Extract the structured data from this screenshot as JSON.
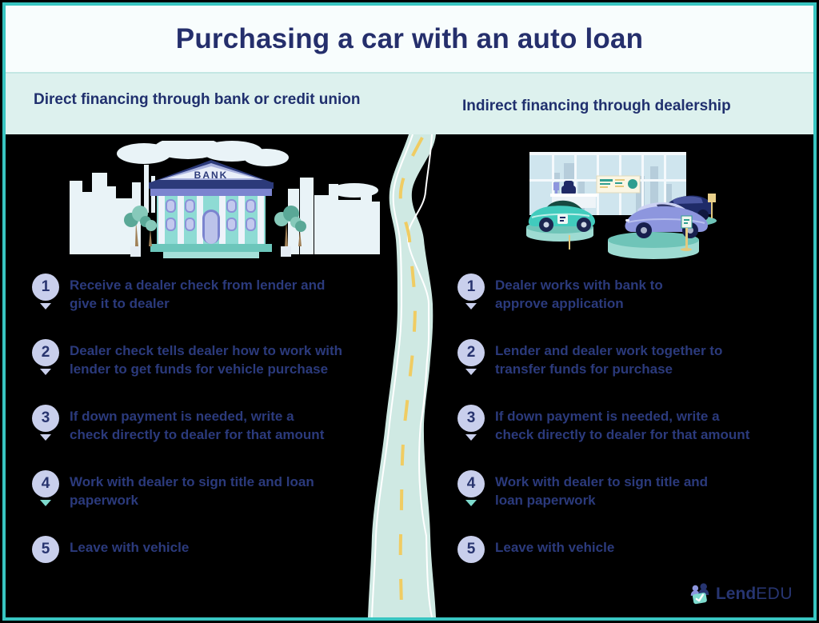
{
  "title": "Purchasing a car with an auto loan",
  "left": {
    "heading": "Direct financing through bank or credit union",
    "steps": [
      {
        "num": "1",
        "text": [
          "Receive a dealer check from lender and",
          "give it to dealer"
        ]
      },
      {
        "num": "2",
        "text": [
          "Dealer check tells dealer how to work with",
          "lender to get funds for vehicle purchase"
        ]
      },
      {
        "num": "3",
        "text": [
          "If down payment is needed, write a",
          "check directly to dealer for that amount"
        ]
      },
      {
        "num": "4",
        "text": [
          "Work with dealer to sign title and loan",
          "paperwork"
        ]
      },
      {
        "num": "5",
        "text": [
          "Leave with vehicle"
        ]
      }
    ]
  },
  "right": {
    "heading": "Indirect financing through dealership",
    "steps": [
      {
        "num": "1",
        "text": [
          "Dealer works with bank to",
          "approve application"
        ]
      },
      {
        "num": "2",
        "text": [
          "Lender and dealer work together to",
          "transfer funds for purchase"
        ]
      },
      {
        "num": "3",
        "text": [
          "If down payment is needed, write a",
          "check directly to dealer for that amount"
        ]
      },
      {
        "num": "4",
        "text": [
          "Work with dealer to sign title and",
          "loan paperwork"
        ]
      },
      {
        "num": "5",
        "text": [
          "Leave with vehicle"
        ]
      }
    ]
  },
  "illustrations": {
    "bank_sign": "BANK",
    "icons": [
      "bank-illustration",
      "dealership-illustration",
      "winding-road-illustration",
      "lendedu-logo-icon",
      "chevron-down-icon",
      "step-number-badge"
    ]
  },
  "logo": {
    "lend": "Lend",
    "edu": "EDU"
  },
  "colors": {
    "frame_border": "#38c5c1",
    "header_bg": "#f8fdfd",
    "band_bg": "#ddf1ee",
    "navy_text": "#252f6c",
    "step_text": "#2b3a7c",
    "badge_bg": "#c9cfec",
    "chevron_teal": "#7edbce",
    "main_bg": "#000000",
    "road_fill": "#cfe9e3",
    "road_dash": "#f0cc62",
    "road_line": "#ffffff"
  }
}
